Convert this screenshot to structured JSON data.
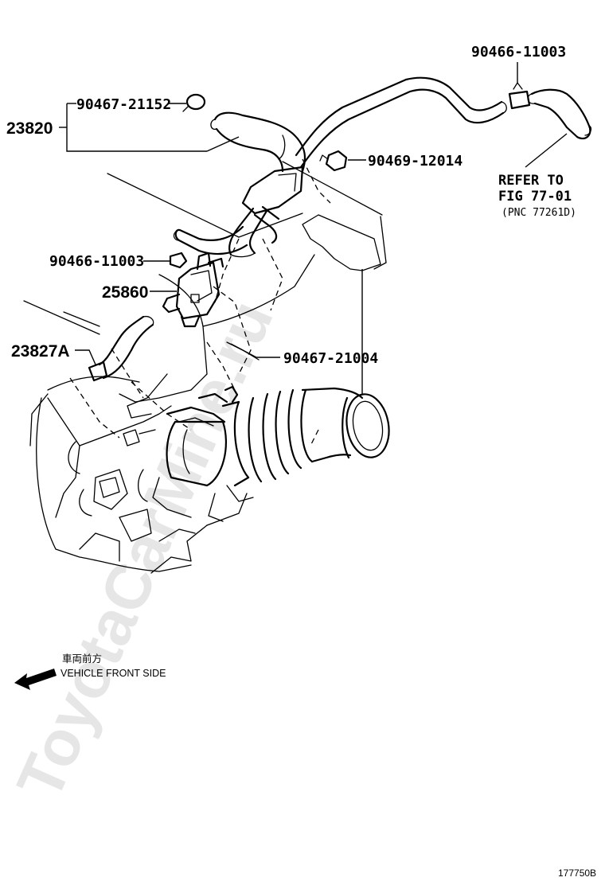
{
  "callouts": {
    "p23820": "23820",
    "p90467_21152": "90467-21152",
    "p90466_11003_top": "90466-11003",
    "p90469_12014": "90469-12014",
    "p90466_11003_mid": "90466-11003",
    "p25860": "25860",
    "p23827A": "23827A",
    "p90467_21004": "90467-21004"
  },
  "refer": {
    "line1": "REFER TO",
    "line2": "FIG 77-01",
    "line3": "(PNC 77261D)"
  },
  "direction": {
    "japanese": "車両前方",
    "english": "VEHICLE FRONT SIDE"
  },
  "watermark": "ToyotaCarMine.ru",
  "figure_code": "177750B"
}
